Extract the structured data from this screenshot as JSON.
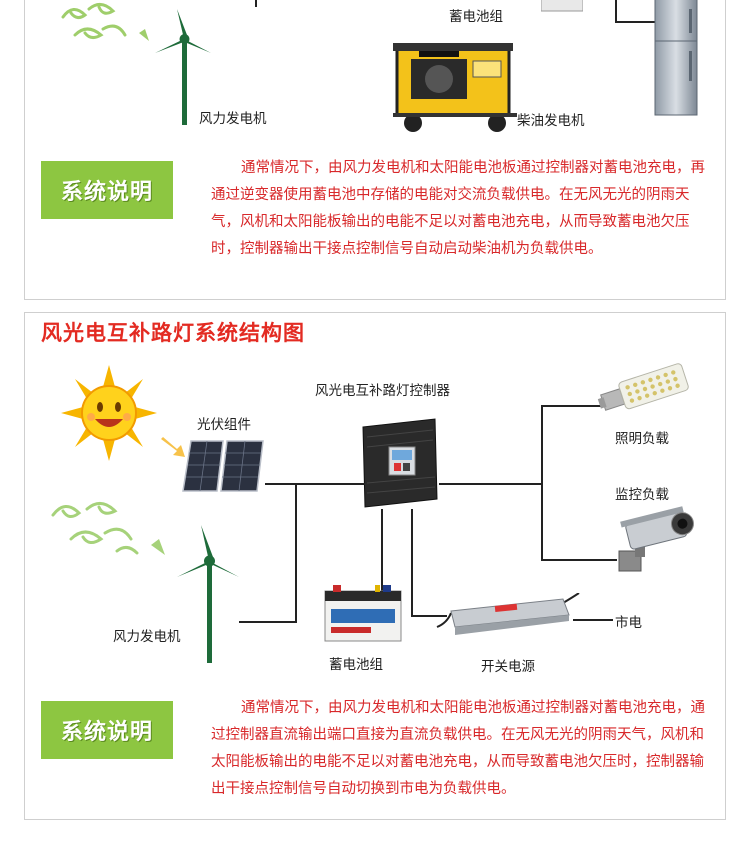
{
  "panel1": {
    "labels": {
      "battery": "蓄电池组",
      "wind": "风力发电机",
      "diesel": "柴油发电机"
    },
    "badge": "系统说明",
    "paragraph": "通常情况下，由风力发电机和太阳能电池板通过控制器对蓄电池充电，再通过逆变器使用蓄电池中存储的电能对交流负载供电。在无风无光的阴雨天气，风机和太阳能板输出的电能不足以对蓄电池充电，从而导致蓄电池欠压时，控制器输出干接点控制信号自动启动柴油机为负载供电。"
  },
  "panel2": {
    "title": "风光电互补路灯系统结构图",
    "labels": {
      "controller": "风光电互补路灯控制器",
      "pv": "光伏组件",
      "wind": "风力发电机",
      "battery": "蓄电池组",
      "psu": "开关电源",
      "lighting": "照明负载",
      "monitoring": "监控负载",
      "mains": "市电"
    },
    "badge": "系统说明",
    "paragraph": "通常情况下，由风力发电机和太阳能电池板通过控制器对蓄电池充电，通过控制器直流输出端口直接为直流负载供电。在无风无光的阴雨天气，风机和太阳能板输出的电能不足以对蓄电池充电，从而导致蓄电池欠压时，控制器输出干接点控制信号自动切换到市电为负载供电。"
  },
  "colors": {
    "title_red": "#e32b22",
    "text_red": "#d8282a",
    "badge_green": "#8dc641",
    "turbine_green": "#1e6b3a"
  }
}
